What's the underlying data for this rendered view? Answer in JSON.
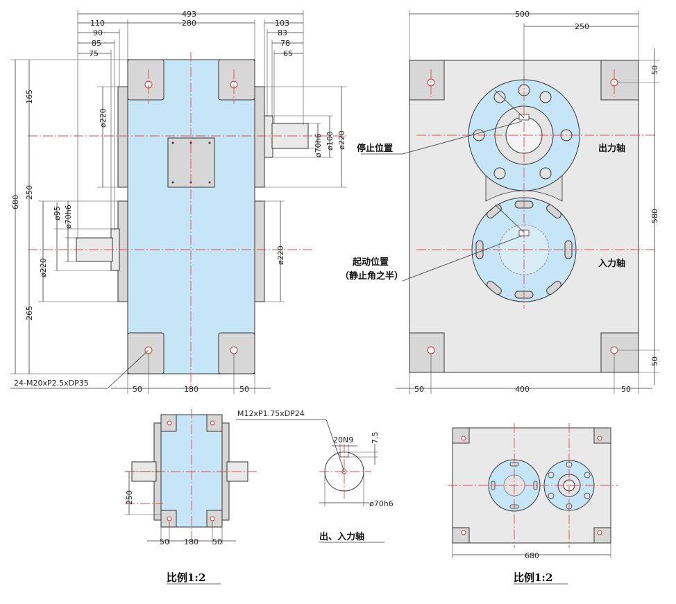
{
  "dims": {
    "d493": "493",
    "d280": "280",
    "d110": "110",
    "d90": "90",
    "d85": "85",
    "d75": "75",
    "d103": "103",
    "d83": "83",
    "d78": "78",
    "d65": "65",
    "d680": "680",
    "d165": "165",
    "d250": "250",
    "d265": "265",
    "d220a": "ø220",
    "d220b": "ø220",
    "d220c": "ø220",
    "d220d": "ø220",
    "d95": "ø95",
    "d70h6a": "ø70h6",
    "d70h6b": "ø70h6",
    "d100": "ø100",
    "d50a": "50",
    "d180": "180",
    "d50b": "50",
    "d500": "500",
    "d250r": "250",
    "d580": "580",
    "d50ra": "50",
    "d50rb": "50",
    "d50rc": "50",
    "d400": "400",
    "d50rd": "50",
    "thread": "24-M20xP2.5xDP35",
    "s250": "250",
    "s50a": "50",
    "s180": "180",
    "s50b": "50",
    "m12": "M12xP1.75xDP24",
    "n20": "20N9",
    "n75": "7.5",
    "n70h6": "ø70h6",
    "r680": "680"
  },
  "labels": {
    "stop_pos": "停止位置",
    "out_shaft": "出力轴",
    "start_pos": "起动位置",
    "half_angle": "（静止角之半）",
    "in_shaft": "入力轴",
    "io_shaft": "出、入力轴",
    "scale_left": "比例1:2",
    "scale_right": "比例1:2"
  }
}
